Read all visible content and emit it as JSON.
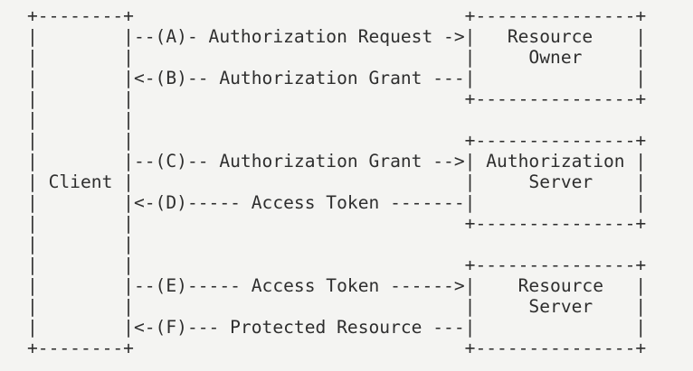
{
  "diagram": {
    "lines": [
      "+--------+                               +---------------+",
      "|        |--(A)- Authorization Request ->|   Resource    |",
      "|        |                               |     Owner     |",
      "|        |<-(B)-- Authorization Grant ---|               |",
      "|        |                               +---------------+",
      "|        |",
      "|        |                               +---------------+",
      "|        |--(C)-- Authorization Grant -->| Authorization |",
      "| Client |                               |     Server    |",
      "|        |<-(D)----- Access Token -------|               |",
      "|        |                               +---------------+",
      "|        |",
      "|        |                               +---------------+",
      "|        |--(E)----- Access Token ------>|    Resource   |",
      "|        |                               |     Server    |",
      "|        |<-(F)--- Protected Resource ---|               |",
      "+--------+                               +---------------+"
    ]
  }
}
